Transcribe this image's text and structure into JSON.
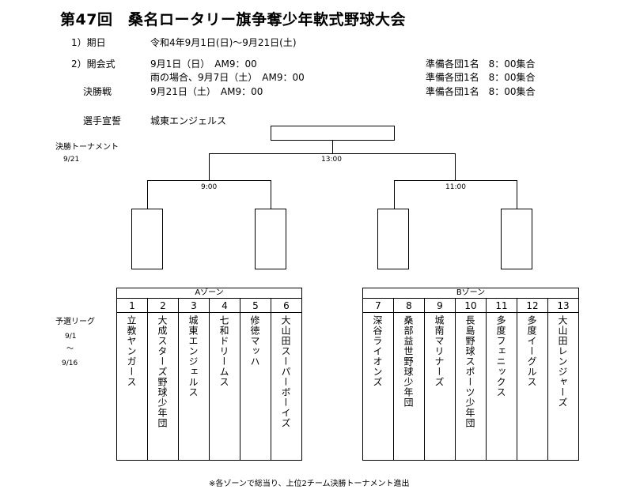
{
  "title": "第47回　桑名ロータリー旗争奪少年軟式野球大会",
  "schedule": {
    "period_label": "1）期日",
    "period_value": "令和4年9月1日(日)～9月21日(土)",
    "opening_label": "2）開会式",
    "opening_line1": "9月1日（日）　AM9：00",
    "opening_line2": "雨の場合、9月7日（土）　AM9：00",
    "final_label": "決勝戦",
    "final_value": "9月21日（土）　AM9：00",
    "prep1": "準備各団1名　8：00集合",
    "prep2": "準備各団1名　8：00集合",
    "prep3": "準備各団1名　8：00集合",
    "oath_label": "選手宣誓",
    "oath_value": "城東エンジェルス"
  },
  "bracket": {
    "label": "決勝トーナメント",
    "date": "9/21",
    "final_time": "13:00",
    "semi_left_time": "9:00",
    "semi_right_time": "11:00"
  },
  "league": {
    "label": "予選リーグ",
    "date_start": "9/1",
    "date_sep": "～",
    "date_end": "9/16"
  },
  "zones": [
    {
      "name": "Aゾーン",
      "teams": [
        {
          "num": "1",
          "name": "立教ヤンガース"
        },
        {
          "num": "2",
          "name": "大成スターズ野球少年団"
        },
        {
          "num": "3",
          "name": "城東エンジェルス"
        },
        {
          "num": "4",
          "name": "七和ドリームス"
        },
        {
          "num": "5",
          "name": "修徳マッハ"
        },
        {
          "num": "6",
          "name": "大山田スーパーボーイズ"
        }
      ]
    },
    {
      "name": "Bゾーン",
      "teams": [
        {
          "num": "7",
          "name": "深谷ライオンズ"
        },
        {
          "num": "8",
          "name": "桑部益世野球少年団"
        },
        {
          "num": "9",
          "name": "城南マリナーズ"
        },
        {
          "num": "10",
          "name": "長島野球スポーツ少年団"
        },
        {
          "num": "11",
          "name": "多度フェニックス"
        },
        {
          "num": "12",
          "name": "多度イーグルス"
        },
        {
          "num": "13",
          "name": "大山田レンジャーズ"
        }
      ]
    }
  ],
  "footnote": "※各ゾーンで総当り、上位2チーム決勝トーナメント進出"
}
